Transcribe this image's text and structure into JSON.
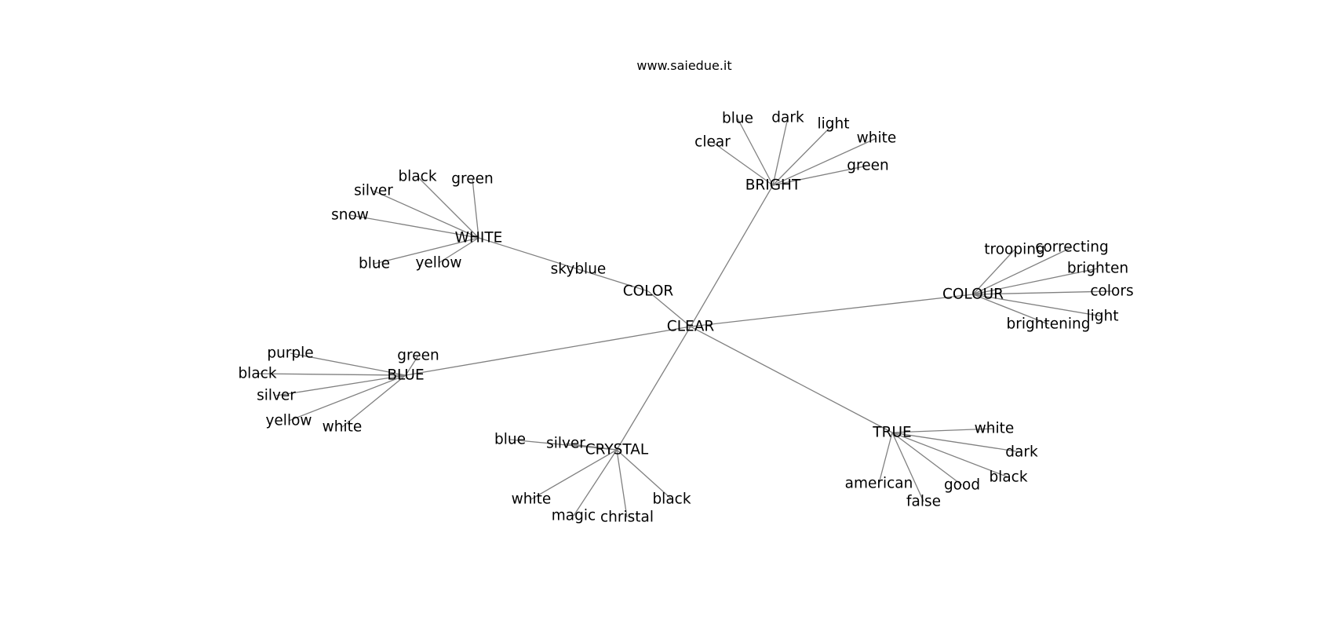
{
  "header": {
    "site": "www.saiedue.it"
  },
  "graph": {
    "nodes": [
      {
        "id": "CLEAR",
        "label": "CLEAR"
      },
      {
        "id": "COLOR",
        "label": "COLOR"
      },
      {
        "id": "skyblue",
        "label": "skyblue"
      },
      {
        "id": "WHITE",
        "label": "WHITE"
      },
      {
        "id": "w_black",
        "label": "black"
      },
      {
        "id": "w_green",
        "label": "green"
      },
      {
        "id": "w_silver",
        "label": "silver"
      },
      {
        "id": "w_snow",
        "label": "snow"
      },
      {
        "id": "w_blue",
        "label": "blue"
      },
      {
        "id": "w_yellow",
        "label": "yellow"
      },
      {
        "id": "BRIGHT",
        "label": "BRIGHT"
      },
      {
        "id": "br_blue",
        "label": "blue"
      },
      {
        "id": "br_dark",
        "label": "dark"
      },
      {
        "id": "br_light",
        "label": "light"
      },
      {
        "id": "br_clear",
        "label": "clear"
      },
      {
        "id": "br_white",
        "label": "white"
      },
      {
        "id": "br_green",
        "label": "green"
      },
      {
        "id": "COLOUR",
        "label": "COLOUR"
      },
      {
        "id": "co_trooping",
        "label": "trooping"
      },
      {
        "id": "co_correcting",
        "label": "correcting"
      },
      {
        "id": "co_brighten",
        "label": "brighten"
      },
      {
        "id": "co_colors",
        "label": "colors"
      },
      {
        "id": "co_light",
        "label": "light"
      },
      {
        "id": "co_brightening",
        "label": "brightening"
      },
      {
        "id": "BLUE",
        "label": "BLUE"
      },
      {
        "id": "bl_purple",
        "label": "purple"
      },
      {
        "id": "bl_green",
        "label": "green"
      },
      {
        "id": "bl_black",
        "label": "black"
      },
      {
        "id": "bl_silver",
        "label": "silver"
      },
      {
        "id": "bl_yellow",
        "label": "yellow"
      },
      {
        "id": "bl_white",
        "label": "white"
      },
      {
        "id": "CRYSTAL",
        "label": "CRYSTAL"
      },
      {
        "id": "cr_blue",
        "label": "blue"
      },
      {
        "id": "cr_silver",
        "label": "silver"
      },
      {
        "id": "cr_white",
        "label": "white"
      },
      {
        "id": "cr_magic",
        "label": "magic"
      },
      {
        "id": "cr_christal",
        "label": "christal"
      },
      {
        "id": "cr_black",
        "label": "black"
      },
      {
        "id": "TRUE",
        "label": "TRUE"
      },
      {
        "id": "tr_white",
        "label": "white"
      },
      {
        "id": "tr_dark",
        "label": "dark"
      },
      {
        "id": "tr_black",
        "label": "black"
      },
      {
        "id": "tr_american",
        "label": "american"
      },
      {
        "id": "tr_good",
        "label": "good"
      },
      {
        "id": "tr_false",
        "label": "false"
      }
    ],
    "edges": [
      [
        "CLEAR",
        "COLOR"
      ],
      [
        "COLOR",
        "skyblue"
      ],
      [
        "skyblue",
        "WHITE"
      ],
      [
        "CLEAR",
        "BRIGHT"
      ],
      [
        "CLEAR",
        "COLOUR"
      ],
      [
        "CLEAR",
        "BLUE"
      ],
      [
        "CLEAR",
        "CRYSTAL"
      ],
      [
        "CLEAR",
        "TRUE"
      ],
      [
        "WHITE",
        "w_black"
      ],
      [
        "WHITE",
        "w_green"
      ],
      [
        "WHITE",
        "w_silver"
      ],
      [
        "WHITE",
        "w_snow"
      ],
      [
        "WHITE",
        "w_blue"
      ],
      [
        "WHITE",
        "w_yellow"
      ],
      [
        "BRIGHT",
        "br_blue"
      ],
      [
        "BRIGHT",
        "br_dark"
      ],
      [
        "BRIGHT",
        "br_light"
      ],
      [
        "BRIGHT",
        "br_clear"
      ],
      [
        "BRIGHT",
        "br_white"
      ],
      [
        "BRIGHT",
        "br_green"
      ],
      [
        "COLOUR",
        "co_trooping"
      ],
      [
        "COLOUR",
        "co_correcting"
      ],
      [
        "COLOUR",
        "co_brighten"
      ],
      [
        "COLOUR",
        "co_colors"
      ],
      [
        "COLOUR",
        "co_light"
      ],
      [
        "COLOUR",
        "co_brightening"
      ],
      [
        "BLUE",
        "bl_purple"
      ],
      [
        "BLUE",
        "bl_green"
      ],
      [
        "BLUE",
        "bl_black"
      ],
      [
        "BLUE",
        "bl_silver"
      ],
      [
        "BLUE",
        "bl_yellow"
      ],
      [
        "BLUE",
        "bl_white"
      ],
      [
        "CRYSTAL",
        "cr_blue"
      ],
      [
        "CRYSTAL",
        "cr_silver"
      ],
      [
        "CRYSTAL",
        "cr_white"
      ],
      [
        "CRYSTAL",
        "cr_magic"
      ],
      [
        "CRYSTAL",
        "cr_christal"
      ],
      [
        "CRYSTAL",
        "cr_black"
      ],
      [
        "TRUE",
        "tr_white"
      ],
      [
        "TRUE",
        "tr_dark"
      ],
      [
        "TRUE",
        "tr_black"
      ],
      [
        "TRUE",
        "tr_american"
      ],
      [
        "TRUE",
        "tr_good"
      ],
      [
        "TRUE",
        "tr_false"
      ]
    ]
  }
}
